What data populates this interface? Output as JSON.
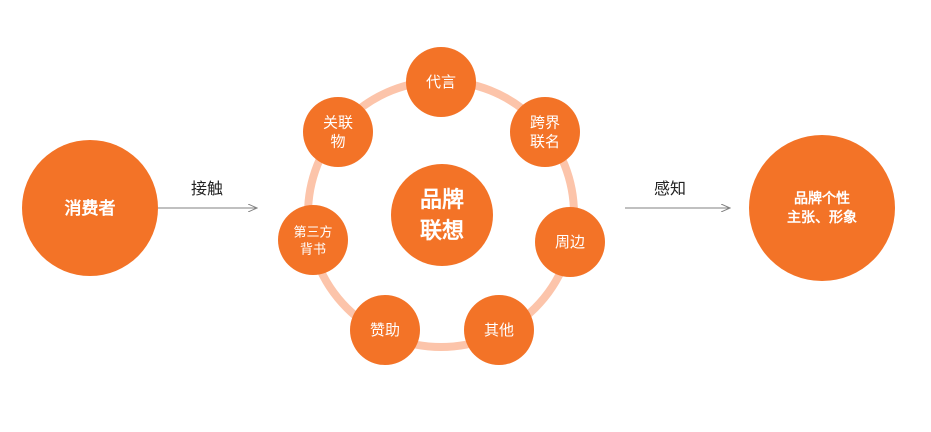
{
  "colors": {
    "orange": "#F37327",
    "ring": "#FCC4AA",
    "arrow": "#808080",
    "text": "#222222"
  },
  "consumer": {
    "label": "消费者"
  },
  "contact_arrow": {
    "label": "接触"
  },
  "center": {
    "line1": "品牌",
    "line2": "联想"
  },
  "nodes": [
    {
      "lines": [
        "代言"
      ]
    },
    {
      "lines": [
        "跨界",
        "联名"
      ]
    },
    {
      "lines": [
        "周边"
      ]
    },
    {
      "lines": [
        "其他"
      ]
    },
    {
      "lines": [
        "赞助"
      ]
    },
    {
      "lines": [
        "第三方",
        "背书"
      ]
    },
    {
      "lines": [
        "关联",
        "物"
      ]
    }
  ],
  "perceive_arrow": {
    "label": "感知"
  },
  "result": {
    "line1": "品牌个性",
    "line2": "主张、形象"
  }
}
